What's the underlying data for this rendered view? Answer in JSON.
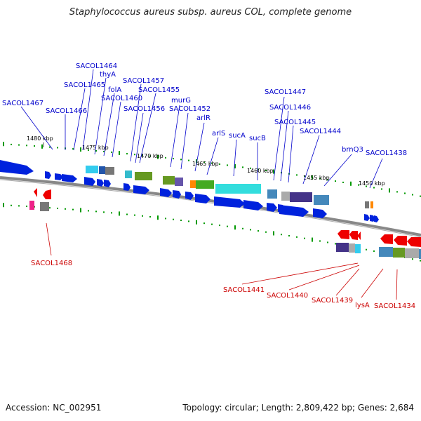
{
  "title": "Staphylococcus aureus subsp. aureus COL, complete genome",
  "footer": {
    "accession": "Accession: NC_002951",
    "summary": "Topology: circular; Length: 2,809,422 bp; Genes: 2,684"
  },
  "colors": {
    "forward": "#0000cc",
    "reverse": "#cc0000",
    "backbone": "#888888",
    "tick": "#009900"
  },
  "kbp_labels": [
    "1480 kbp",
    "1475 kbp",
    "1470 kbp",
    "1465 kbp",
    "1460 kbp",
    "1455 kbp",
    "1450 kbp"
  ],
  "forward_labels": [
    "SACOL1467",
    "SACOL1466",
    "SACOL1465",
    "SACOL1464",
    "thyA",
    "folA",
    "SACOL1460",
    "SACOL1457",
    "SACOL1455",
    "SACOL1456",
    "murG",
    "SACOL1452",
    "arlR",
    "arlS",
    "sucA",
    "sucB",
    "SACOL1447",
    "SACOL1446",
    "SACOL1445",
    "SACOL1444",
    "brnQ3",
    "SACOL1438"
  ],
  "reverse_labels": [
    "SACOL1468",
    "SACOL1441",
    "SACOL1440",
    "SACOL1439",
    "lysA",
    "SACOL1434"
  ]
}
